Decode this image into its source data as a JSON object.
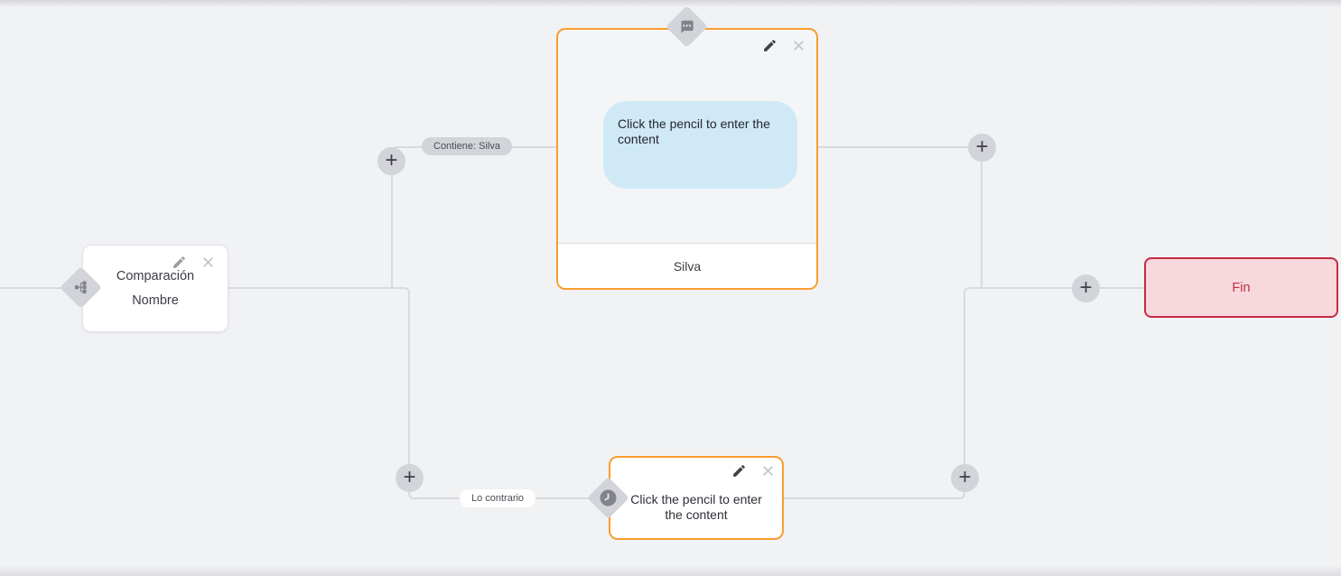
{
  "canvas": {
    "background": "#f1f2f4",
    "connector_color": "#d9dade",
    "accent_orange": "#f99d2e",
    "accent_red": "#c62b45",
    "bubble_blue": "#cfe9f7"
  },
  "condition_node": {
    "title": "Comparación",
    "subtitle": "Nombre",
    "icon": "branch-icon"
  },
  "message_node": {
    "bubble_text": "Click the pencil to enter the content",
    "footer_label": "Silva",
    "icon": "chat-bubble-icon"
  },
  "delay_node": {
    "body_text": "Click the pencil to enter the content",
    "icon": "clock-icon"
  },
  "end_node": {
    "label": "Fin"
  },
  "branch_labels": {
    "match": "Contiene: Silva",
    "otherwise": "Lo contrario"
  },
  "controls": {
    "add_label": "+"
  }
}
